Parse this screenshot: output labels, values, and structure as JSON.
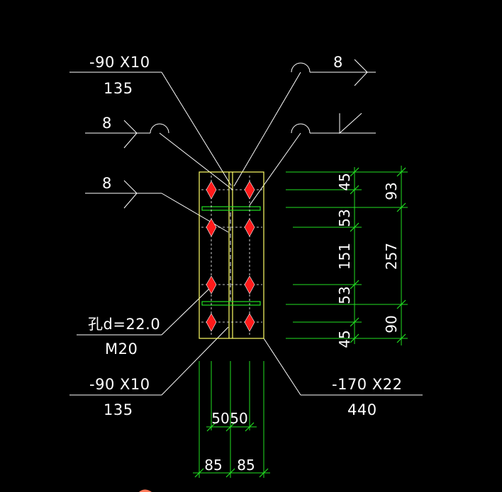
{
  "drawing": {
    "background": "#000000",
    "colors": {
      "lines": "#ffffff",
      "dimensions": "#22e022",
      "plate_outline": "#ffff66",
      "bolts": "#ff1a1a"
    },
    "callouts": {
      "top_left_plate": {
        "size": "-90 X10",
        "length": "135"
      },
      "weld_left_upper": {
        "size": "8"
      },
      "weld_left_lower": {
        "size": "8"
      },
      "weld_top_right": {
        "size": "8"
      },
      "hole": {
        "diameter": "孔d=22.0",
        "bolt": "M20"
      },
      "bottom_left_plate": {
        "size": "-90 X10",
        "length": "135"
      },
      "bottom_right_plate": {
        "size": "-170 X22",
        "length": "440"
      }
    },
    "vertical_dimensions": {
      "inner": [
        "45",
        "53",
        "151",
        "53",
        "45"
      ],
      "outer": [
        "93",
        "257",
        "90"
      ]
    },
    "horizontal_dimensions": {
      "inner": [
        "50",
        "50"
      ],
      "outer": [
        "85",
        "85"
      ]
    },
    "bolt_count": 8
  }
}
